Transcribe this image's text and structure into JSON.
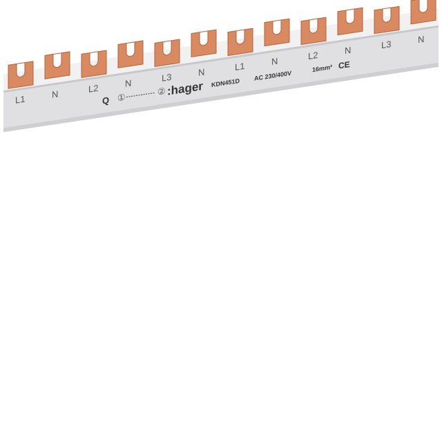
{
  "product": {
    "phase_labels": [
      "L1",
      "N",
      "L2",
      "N",
      "L3",
      "N",
      "L1",
      "N",
      "L2",
      "N",
      "L3",
      "N"
    ],
    "marking": {
      "q_symbol": "Q",
      "pin1": "①",
      "pin2": "②",
      "brand": ":hager",
      "model": "KDN451D",
      "voltage": "AC 230/400V",
      "cross_section": "16mm²",
      "ce": "CE"
    },
    "colors": {
      "copper": "#d98a60",
      "copper_dark": "#b0643c",
      "plastic": "#e2e2e4",
      "plastic_light": "#f2f2f3"
    }
  }
}
